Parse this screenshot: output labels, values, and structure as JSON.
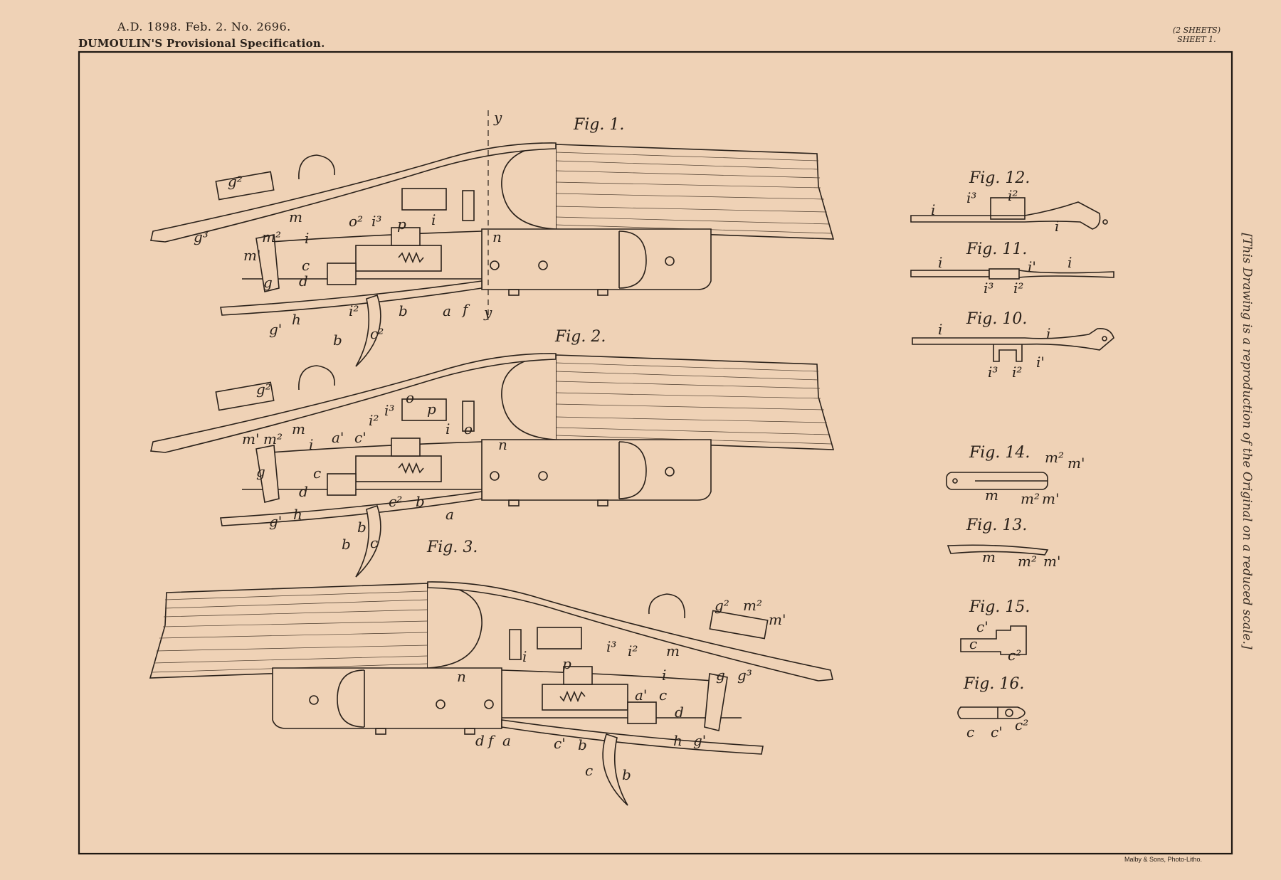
{
  "header": {
    "line1": "A.D. 1898. Feb. 2. No. 2696.",
    "line2": "DUMOULIN'S Provisional Specification.",
    "sheets": "(2 SHEETS)",
    "sheet": "SHEET 1."
  },
  "side_note": "[This Drawing is a reproduction of the Original on a reduced scale.]",
  "printer": "Malby & Sons, Photo-Litho.",
  "figures": {
    "fig1": {
      "title": "Fig. 1.",
      "labels": [
        "y",
        "g²",
        "g³",
        "m",
        "m²",
        "m'",
        "i",
        "o²",
        "i³",
        "p",
        "i",
        "n",
        "c",
        "d",
        "g",
        "i²",
        "c²",
        "b",
        "a",
        "f",
        "y",
        "g'",
        "h",
        "b"
      ]
    },
    "fig2": {
      "title": "Fig. 2.",
      "labels": [
        "g²",
        "m",
        "m'",
        "m²",
        "i",
        "a'",
        "c'",
        "i²",
        "i³",
        "o",
        "p",
        "i",
        "o",
        "n",
        "g",
        "c",
        "d",
        "a",
        "b",
        "c²",
        "b",
        "c",
        "b",
        "g'",
        "h"
      ]
    },
    "fig3": {
      "title": "Fig. 3.",
      "labels": [
        "g²",
        "m²",
        "m'",
        "i³",
        "i²",
        "m",
        "i",
        "g",
        "g³",
        "n",
        "i",
        "p",
        "a'",
        "c",
        "d",
        "d",
        "f",
        "a",
        "c'",
        "b",
        "c",
        "b",
        "h",
        "g'"
      ]
    },
    "fig12": {
      "title": "Fig. 12.",
      "labels": [
        "i",
        "i³",
        "i²",
        "i"
      ]
    },
    "fig11": {
      "title": "Fig. 11.",
      "labels": [
        "i",
        "i'",
        "i",
        "i³",
        "i²"
      ]
    },
    "fig10": {
      "title": "Fig. 10.",
      "labels": [
        "i",
        "i",
        "i'",
        "i³",
        "i²"
      ]
    },
    "fig14": {
      "title": "Fig. 14.",
      "labels": [
        "m²",
        "m'",
        "m",
        "m²",
        "m'"
      ]
    },
    "fig13": {
      "title": "Fig. 13.",
      "labels": [
        "m",
        "m²",
        "m'"
      ]
    },
    "fig15": {
      "title": "Fig. 15.",
      "labels": [
        "c'",
        "c",
        "c²"
      ]
    },
    "fig16": {
      "title": "Fig. 16.",
      "labels": [
        "c",
        "c'",
        "c²"
      ]
    }
  }
}
